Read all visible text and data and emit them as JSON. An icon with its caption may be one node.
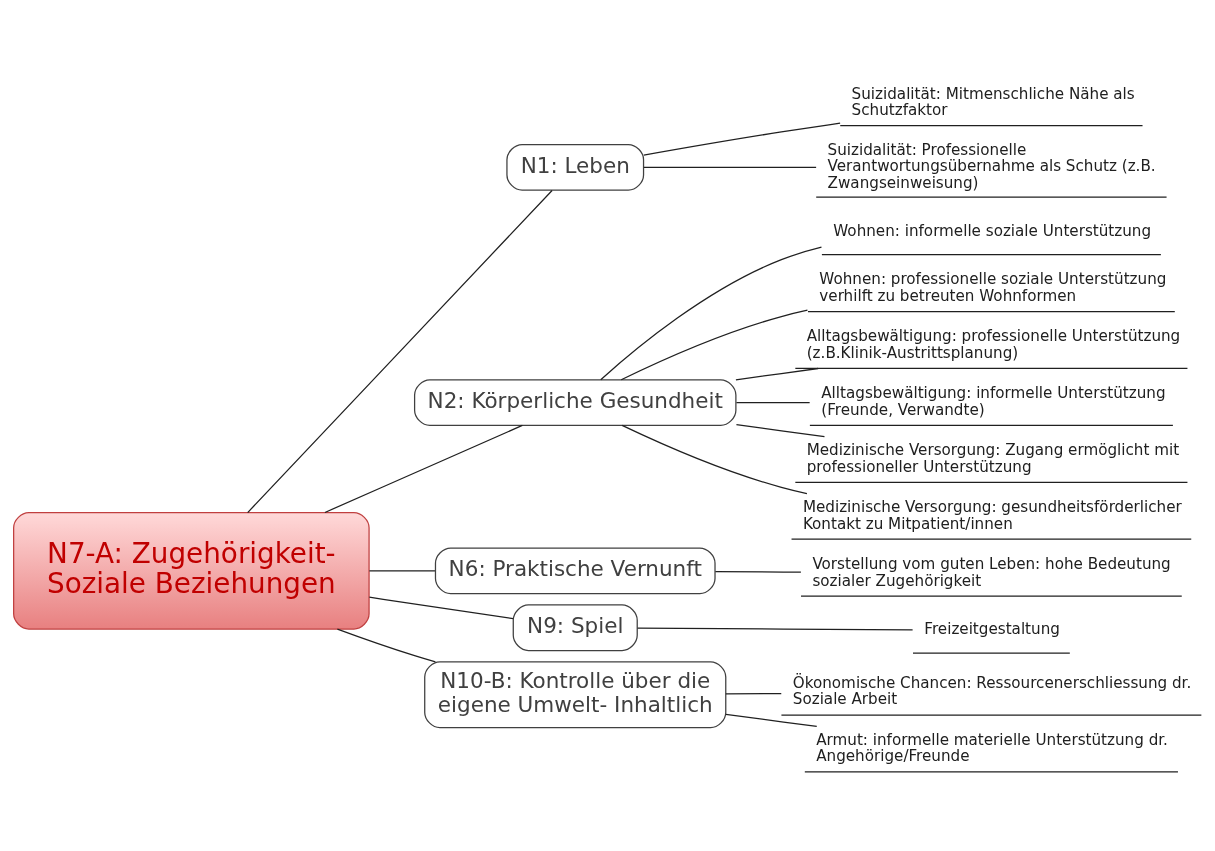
{
  "diagram": {
    "nodes": [
      {
        "text": [
          "N7-A: Zugehörigkeit- Soziale Beziehungen"
        ]
      },
      {
        "text": [
          "N1: Leben"
        ]
      },
      {
        "text": [
          "Suizidalität: Mitmenschliche Nähe als Schutzfaktor"
        ]
      },
      {
        "text": [
          "Suizidalität: Professionelle Verantwortungsübernahme als Schutz (z.B. Zwangseinweisung)"
        ]
      },
      {
        "text": [
          "N2: Körperliche Gesundheit"
        ]
      },
      {
        "text": [
          "Wohnen: informelle soziale Unterstützung"
        ]
      },
      {
        "text": [
          "Wohnen: professionelle soziale Unterstützung verhilft zu betreuten Wohnformen"
        ]
      },
      {
        "text": [
          "Alltagsbewältigung: professionelle Unterstützung (z.B.Klinik-Austrittsplanung)"
        ]
      },
      {
        "text": [
          "Alltagsbewältigung: informelle Unterstützung (Freunde, Verwandte)"
        ]
      },
      {
        "text": [
          "Medizinische Versorgung: Zugang ermöglicht mit professioneller Unterstützung"
        ]
      },
      {
        "text": [
          "Medizinische Versorgung: gesundheitsförderlicher Kontakt zu Mitpatient/innen"
        ]
      },
      {
        "text": [
          "N6: Praktische Vernunft"
        ]
      },
      {
        "text": [
          "Vorstellung vom guten Leben: hohe Bedeutung sozialer Zugehörigkeit"
        ]
      },
      {
        "text": [
          "N9: Spiel"
        ]
      },
      {
        "text": [
          "Freizeitgestaltung"
        ]
      },
      {
        "text": [
          "N10-B: Kontrolle über die eigene Umwelt- Inhaltlich"
        ]
      },
      {
        "text": [
          "Ökonomische Chancen: Ressourcenerschliessung dr. Soziale Arbeit"
        ]
      },
      {
        "text": [
          "Armut: informelle materielle Unterstützung dr. Angehörige/Freunde"
        ]
      }
    ],
    "edges": [
      {
        "from": 0,
        "to": 1,
        "arrow": "none"
      },
      {
        "from": 0,
        "to": 4,
        "arrow": "none"
      },
      {
        "from": 0,
        "to": 11,
        "arrow": "none"
      },
      {
        "from": 0,
        "to": 13,
        "arrow": "none"
      },
      {
        "from": 0,
        "to": 15,
        "arrow": "none"
      },
      {
        "from": 1,
        "to": 2,
        "arrow": "none"
      },
      {
        "from": 1,
        "to": 3,
        "arrow": "none"
      },
      {
        "from": 4,
        "to": 5,
        "arrow": "none"
      },
      {
        "from": 4,
        "to": 6,
        "arrow": "none"
      },
      {
        "from": 4,
        "to": 7,
        "arrow": "none"
      },
      {
        "from": 4,
        "to": 8,
        "arrow": "none"
      },
      {
        "from": 4,
        "to": 9,
        "arrow": "none"
      },
      {
        "from": 4,
        "to": 10,
        "arrow": "none"
      },
      {
        "from": 11,
        "to": 12,
        "arrow": "none"
      },
      {
        "from": 13,
        "to": 14,
        "arrow": "none"
      },
      {
        "from": 15,
        "to": 16,
        "arrow": "none"
      },
      {
        "from": 15,
        "to": 17,
        "arrow": "none"
      }
    ]
  }
}
